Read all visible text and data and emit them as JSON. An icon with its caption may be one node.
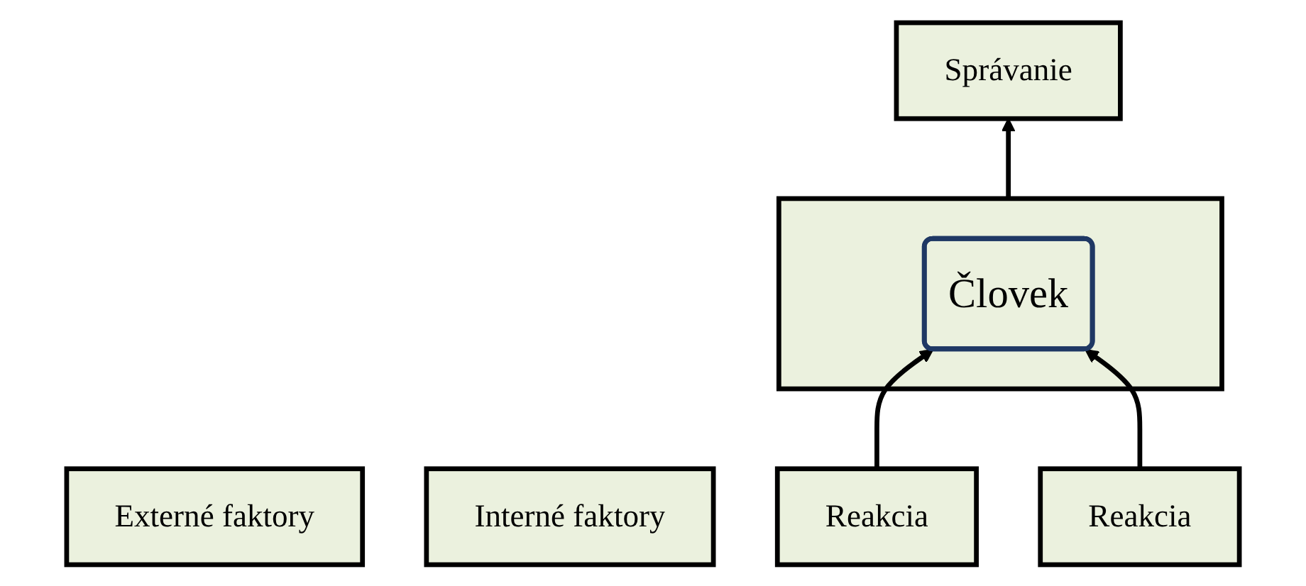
{
  "diagram": {
    "nodes": [
      {
        "text": [
          "Správanie"
        ]
      },
      {
        "text": [
          "Externé faktory"
        ]
      },
      {
        "text": [],
        "shape": "box"
      },
      {
        "text": [
          "Človek"
        ],
        "in": 2
      },
      {
        "text": [
          "Interné faktory"
        ]
      },
      {
        "text": [
          "Reakcia"
        ]
      },
      {
        "text": [
          "Reakcia"
        ]
      }
    ],
    "edges": [
      {
        "from": 2,
        "to": 0,
        "arrow": "to"
      },
      {
        "from": 5,
        "to": 3,
        "arrow": "to"
      },
      {
        "from": 6,
        "to": 3,
        "arrow": "to"
      }
    ]
  }
}
